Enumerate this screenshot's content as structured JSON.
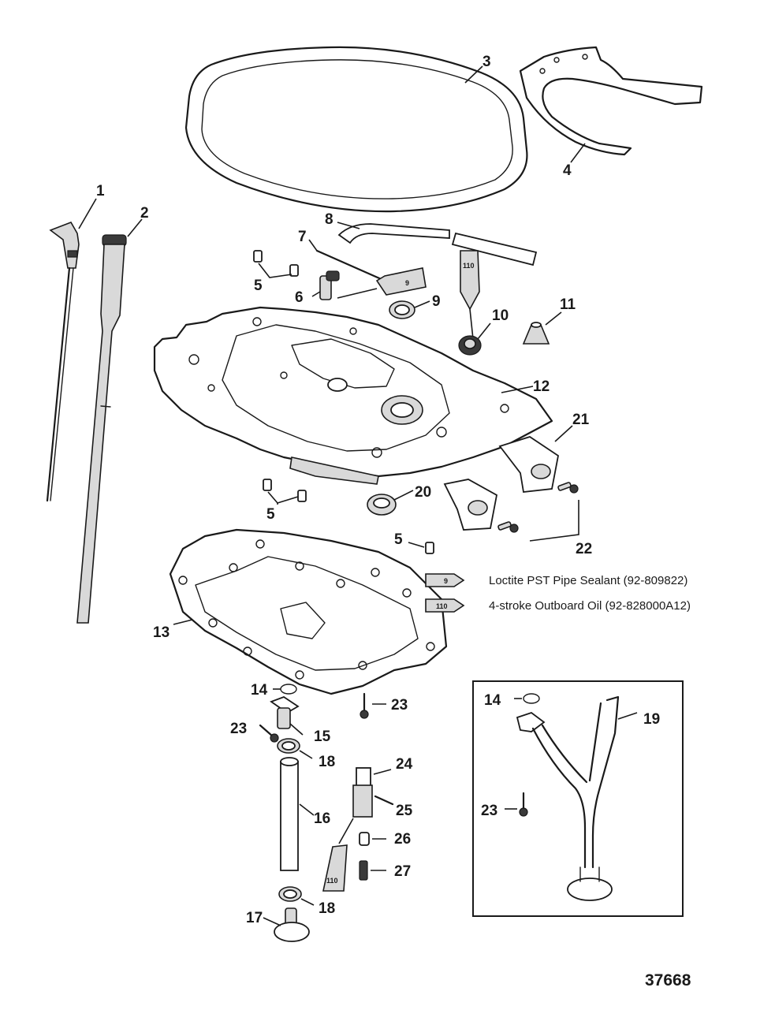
{
  "callouts": {
    "c1": "1",
    "c2": "2",
    "c3": "3",
    "c4": "4",
    "c5": "5",
    "c6": "6",
    "c7": "7",
    "c8": "8",
    "c9": "9",
    "c10": "10",
    "c11": "11",
    "c12": "12",
    "c13": "13",
    "c14": "14",
    "c15": "15",
    "c16": "16",
    "c17": "17",
    "c18": "18",
    "c19": "19",
    "c20": "20",
    "c21": "21",
    "c22": "22",
    "c23": "23",
    "c24": "24",
    "c25": "25",
    "c26": "26",
    "c27": "27"
  },
  "tube_marks": {
    "sealant": "9",
    "oil": "110"
  },
  "legend": {
    "sealant": "Loctite PST Pipe Sealant (92-809822)",
    "oil": "4-stroke Outboard Oil (92-828000A12)"
  },
  "reference_number": "37668"
}
